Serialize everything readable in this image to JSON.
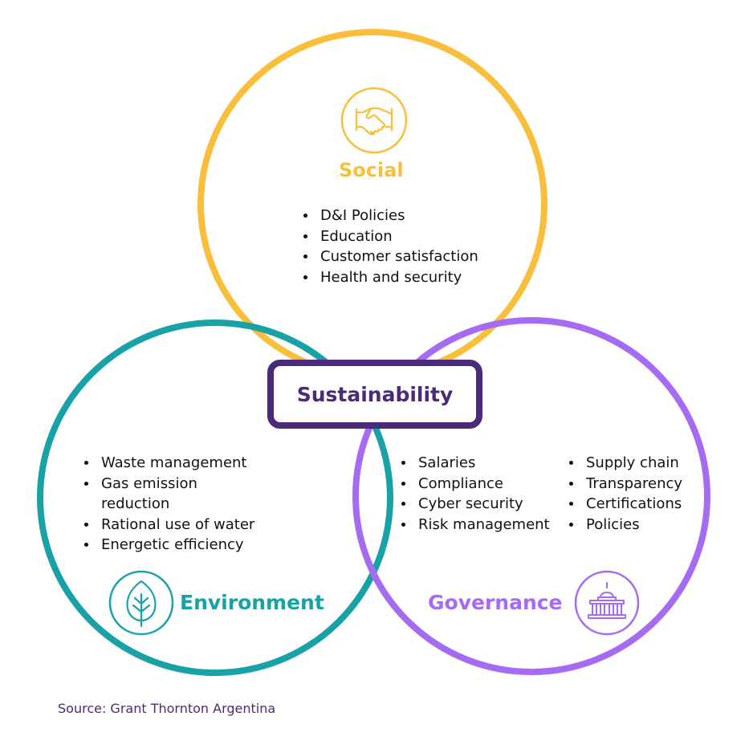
{
  "colors": {
    "social": "#f9bf3b",
    "environment": "#18a1a6",
    "governance": "#a56bf3",
    "center": "#4c2a7a",
    "source": "#4c2a7a"
  },
  "center": {
    "label": "Sustainability"
  },
  "social": {
    "label": "Social",
    "icon": "handshake-icon",
    "items": [
      "D&I Policies",
      "Education",
      "Customer satisfaction",
      "Health and security"
    ]
  },
  "environment": {
    "label": "Environment",
    "icon": "leaf-icon",
    "items": [
      "Waste management",
      "Gas emission reduction",
      "Rational use of water",
      "Energetic efficiency"
    ]
  },
  "governance": {
    "label": "Governance",
    "icon": "government-building-icon",
    "items_left": [
      "Salaries",
      "Compliance",
      "Cyber security",
      "Risk management"
    ],
    "items_right": [
      "Supply chain",
      "Transparency",
      "Certifications",
      "Policies"
    ]
  },
  "source": "Source: Grant Thornton Argentina"
}
